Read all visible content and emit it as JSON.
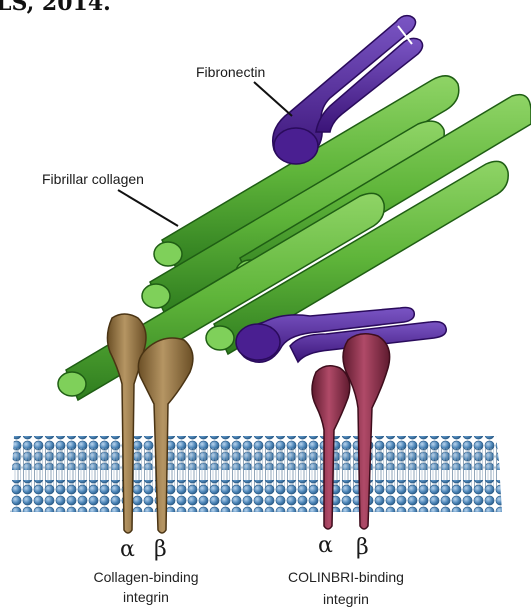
{
  "header_fragment": "LS, 2014.",
  "labels": {
    "fibronectin": "Fibronectin",
    "fibrillar_collagen": "Fibrillar collagen"
  },
  "integrins": [
    {
      "alpha": "α",
      "beta": "β",
      "caption_line1": "Collagen-binding",
      "caption_line2": "integrin",
      "color": "#8a6a3a"
    },
    {
      "alpha": "α",
      "beta": "β",
      "caption_line1": "COLINBRI-binding",
      "caption_line2": "integrin",
      "color": "#8a2a45"
    }
  ],
  "colors": {
    "collagen": "#5fb53a",
    "collagen_dark": "#2f7d1f",
    "fibronectin": "#4a1f91",
    "membrane_bead": "#4d86b8",
    "membrane_tail": "#8aa6c0"
  }
}
